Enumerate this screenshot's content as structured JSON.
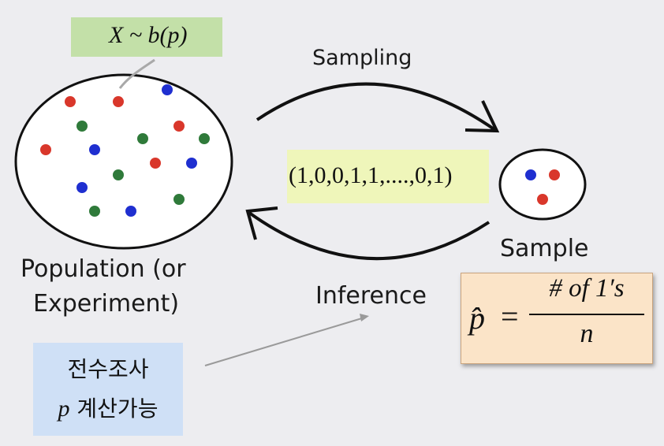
{
  "labels": {
    "sampling": "Sampling",
    "sample": "Sample",
    "population_line1": "Population (or",
    "population_line2": "Experiment)",
    "inference": "Inference"
  },
  "green_box": {
    "text": "X ~ b(p)"
  },
  "yellow_box": {
    "text": "(1,0,0,1,1,....,0,1)"
  },
  "blue_box": {
    "line1": "전수조사",
    "line2_var": "p",
    "line2_text": " 계산가능"
  },
  "formula": {
    "lhs": "p̂",
    "equals": "=",
    "numerator": "# of 1′s",
    "denominator": "n"
  },
  "colors": {
    "red": "#d9372b",
    "green": "#2f7a3a",
    "blue": "#1f2fd0",
    "ink": "#111111"
  },
  "population_dots": [
    {
      "color": "red"
    },
    {
      "color": "red"
    },
    {
      "color": "blue"
    },
    {
      "color": "green"
    },
    {
      "color": "red"
    },
    {
      "color": "green"
    },
    {
      "color": "green"
    },
    {
      "color": "red"
    },
    {
      "color": "blue"
    },
    {
      "color": "red"
    },
    {
      "color": "blue"
    },
    {
      "color": "green"
    },
    {
      "color": "blue"
    },
    {
      "color": "green"
    },
    {
      "color": "green"
    },
    {
      "color": "blue"
    },
    {
      "color": "green"
    }
  ],
  "sample_dots": [
    {
      "color": "blue"
    },
    {
      "color": "red"
    },
    {
      "color": "red"
    }
  ]
}
